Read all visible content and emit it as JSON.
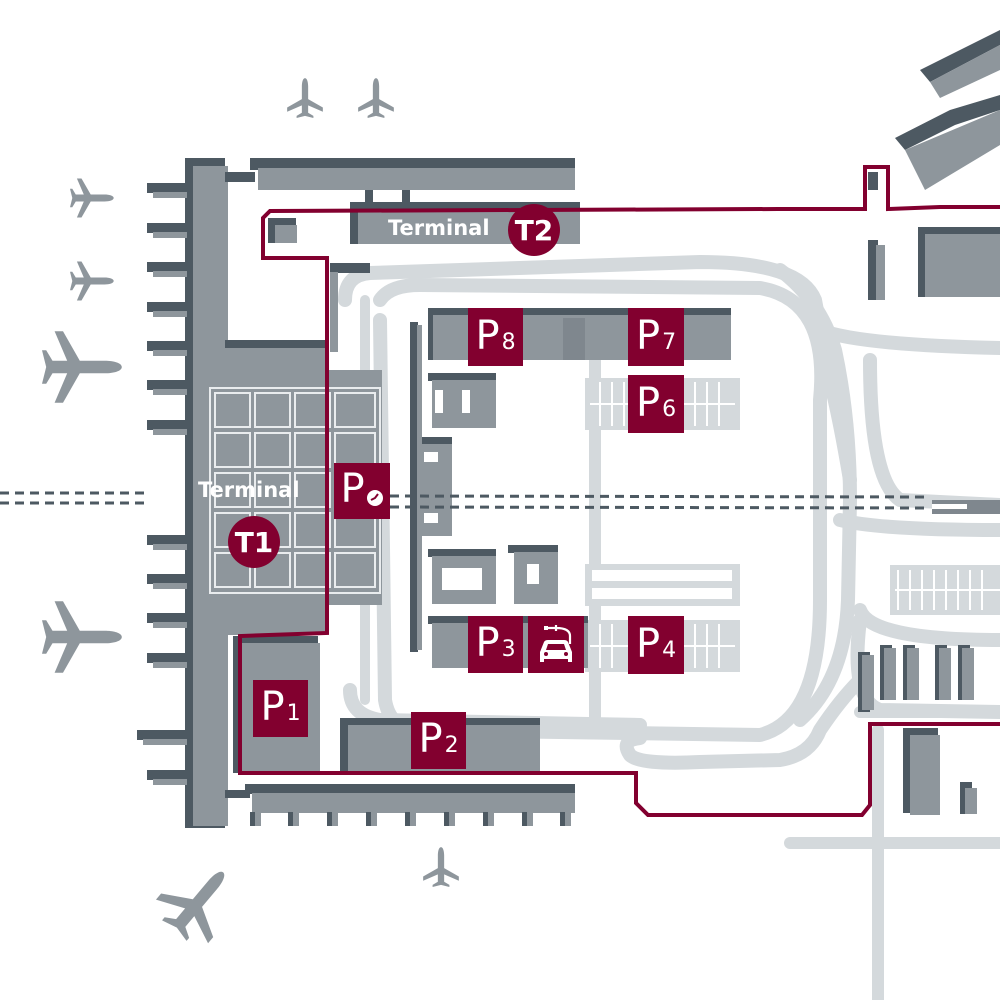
{
  "map": {
    "type": "airport-parking-map",
    "colors": {
      "accent": "#82002f",
      "building_roof": "#8e969c",
      "building_side": "#4d5962",
      "road": "#d4d9dc",
      "background": "#ffffff"
    },
    "terminals": [
      {
        "id": "T1",
        "label": "Terminal",
        "badge": "T1"
      },
      {
        "id": "T2",
        "label": "Terminal",
        "badge": "T2"
      }
    ],
    "parking": [
      {
        "id": "P0",
        "letter": "P",
        "number": "",
        "icon": "clock-icon",
        "note": "short-term parking"
      },
      {
        "id": "P1",
        "letter": "P",
        "number": "1"
      },
      {
        "id": "P2",
        "letter": "P",
        "number": "2"
      },
      {
        "id": "P3",
        "letter": "P",
        "number": "3"
      },
      {
        "id": "P4",
        "letter": "P",
        "number": "4"
      },
      {
        "id": "P6",
        "letter": "P",
        "number": "6"
      },
      {
        "id": "P7",
        "letter": "P",
        "number": "7"
      },
      {
        "id": "P8",
        "letter": "P",
        "number": "8"
      }
    ],
    "ev_charging": {
      "icon": "ev-charging-car-icon"
    },
    "airplanes": [
      "airplane-icon",
      "airplane-icon",
      "airplane-icon",
      "airplane-icon",
      "airplane-icon",
      "airplane-icon",
      "airplane-icon",
      "airplane-icon"
    ]
  }
}
